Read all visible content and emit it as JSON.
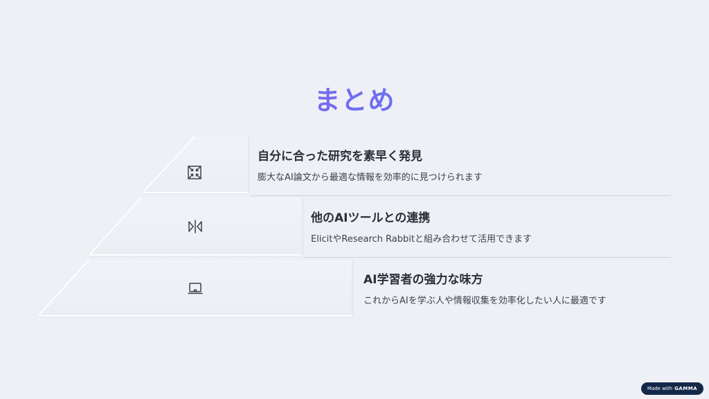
{
  "title": "まとめ",
  "tiers": [
    {
      "icon": "compress-arrows-icon",
      "heading": "自分に合った研究を素早く発見",
      "description": "膨大なAI論文から最適な情報を効率的に見つけられます"
    },
    {
      "icon": "flip-horizontal-icon",
      "heading": "他のAIツールとの連携",
      "description": "ElicitやResearch Rabbitと組み合わせて活用できます"
    },
    {
      "icon": "laptop-icon",
      "heading": "AI学習者の強力な味方",
      "description": "これからAIを学ぶ人や情報収集を効率化したい人に最適です"
    }
  ],
  "badge": {
    "prefix": "Made with",
    "brand": "GAMMA"
  },
  "colors": {
    "background": "#eef0f6",
    "title_gradient_start": "#9a5ee6",
    "title_gradient_end": "#4a86f2",
    "badge_background": "#132849"
  }
}
